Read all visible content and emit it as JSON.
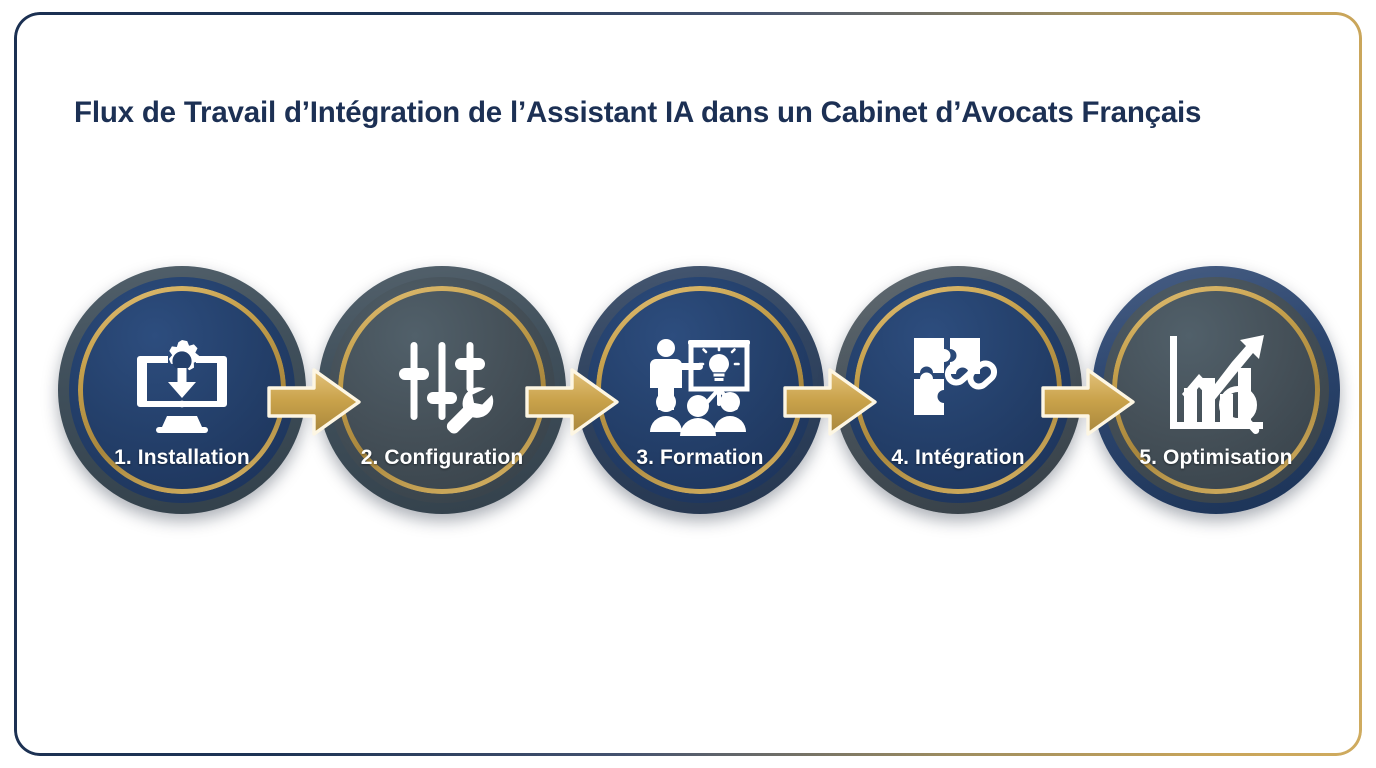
{
  "title": "Flux de Travail d’Intégration de l’Assistant IA dans un Cabinet d’Avocats Français",
  "colors": {
    "navy": "#24406b",
    "navy_dark": "#1c3054",
    "slate": "#455058",
    "gold": "#c9a349",
    "gold_light": "#e2c077",
    "white": "#ffffff",
    "background": "#ffffff"
  },
  "steps": [
    {
      "number": "1.",
      "label": "1. Installation",
      "icon": "monitor-gear-download-icon",
      "outer_color": "#24406b",
      "inner_color": "#24406b"
    },
    {
      "number": "2.",
      "label": "2. Configuration",
      "icon": "sliders-wrench-icon",
      "outer_color": "#455058",
      "inner_color": "#455058"
    },
    {
      "number": "3.",
      "label": "3. Formation",
      "icon": "trainer-whiteboard-audience-icon",
      "outer_color": "#24406b",
      "inner_color": "#24406b"
    },
    {
      "number": "4.",
      "label": "4. Intégration",
      "icon": "puzzle-chain-link-icon",
      "outer_color": "#455058",
      "inner_color": "#24406b"
    },
    {
      "number": "5.",
      "label": "5. Optimisation",
      "icon": "growth-chart-magnifier-icon",
      "outer_color": "#24406b",
      "inner_color": "#455058"
    }
  ],
  "arrows": [
    {
      "name": "arrow-1-to-2",
      "direction": "right"
    },
    {
      "name": "arrow-2-to-3",
      "direction": "right"
    },
    {
      "name": "arrow-3-to-4",
      "direction": "right"
    },
    {
      "name": "arrow-4-to-5",
      "direction": "right"
    }
  ]
}
